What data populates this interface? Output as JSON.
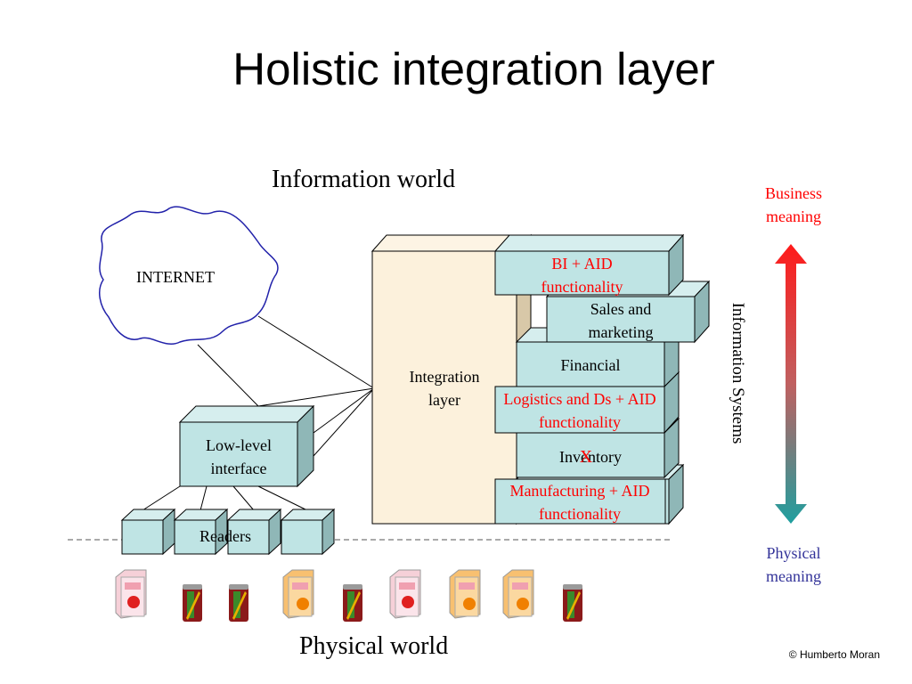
{
  "title": "Holistic integration layer",
  "information_world": "Information world",
  "physical_world": "Physical world",
  "internet": "INTERNET",
  "integration_layer": "Integration layer",
  "low_level_interface": "Low-level interface",
  "readers": "Readers",
  "systems": {
    "bi": "BI + AID functionality",
    "sales": "Sales and marketing",
    "financial": "Financial",
    "logistics": "Logistics and Ds + AID functionality",
    "inventory": "Inventory",
    "inventory_mark": "X",
    "manufacturing": "Manufacturing + AID functionality"
  },
  "information_systems": "Information Systems",
  "business_meaning": "Business meaning",
  "physical_meaning": "Physical meaning",
  "copyright": "© Humberto Moran",
  "colors": {
    "box_fill": "#bfe4e4",
    "box_side": "#8fb7b7",
    "integration_fill": "#fcf1dc",
    "red_text": "#ff0000",
    "blue_text": "#333399",
    "arrow_top": "#ff2020",
    "arrow_bottom": "#20a0a0"
  }
}
